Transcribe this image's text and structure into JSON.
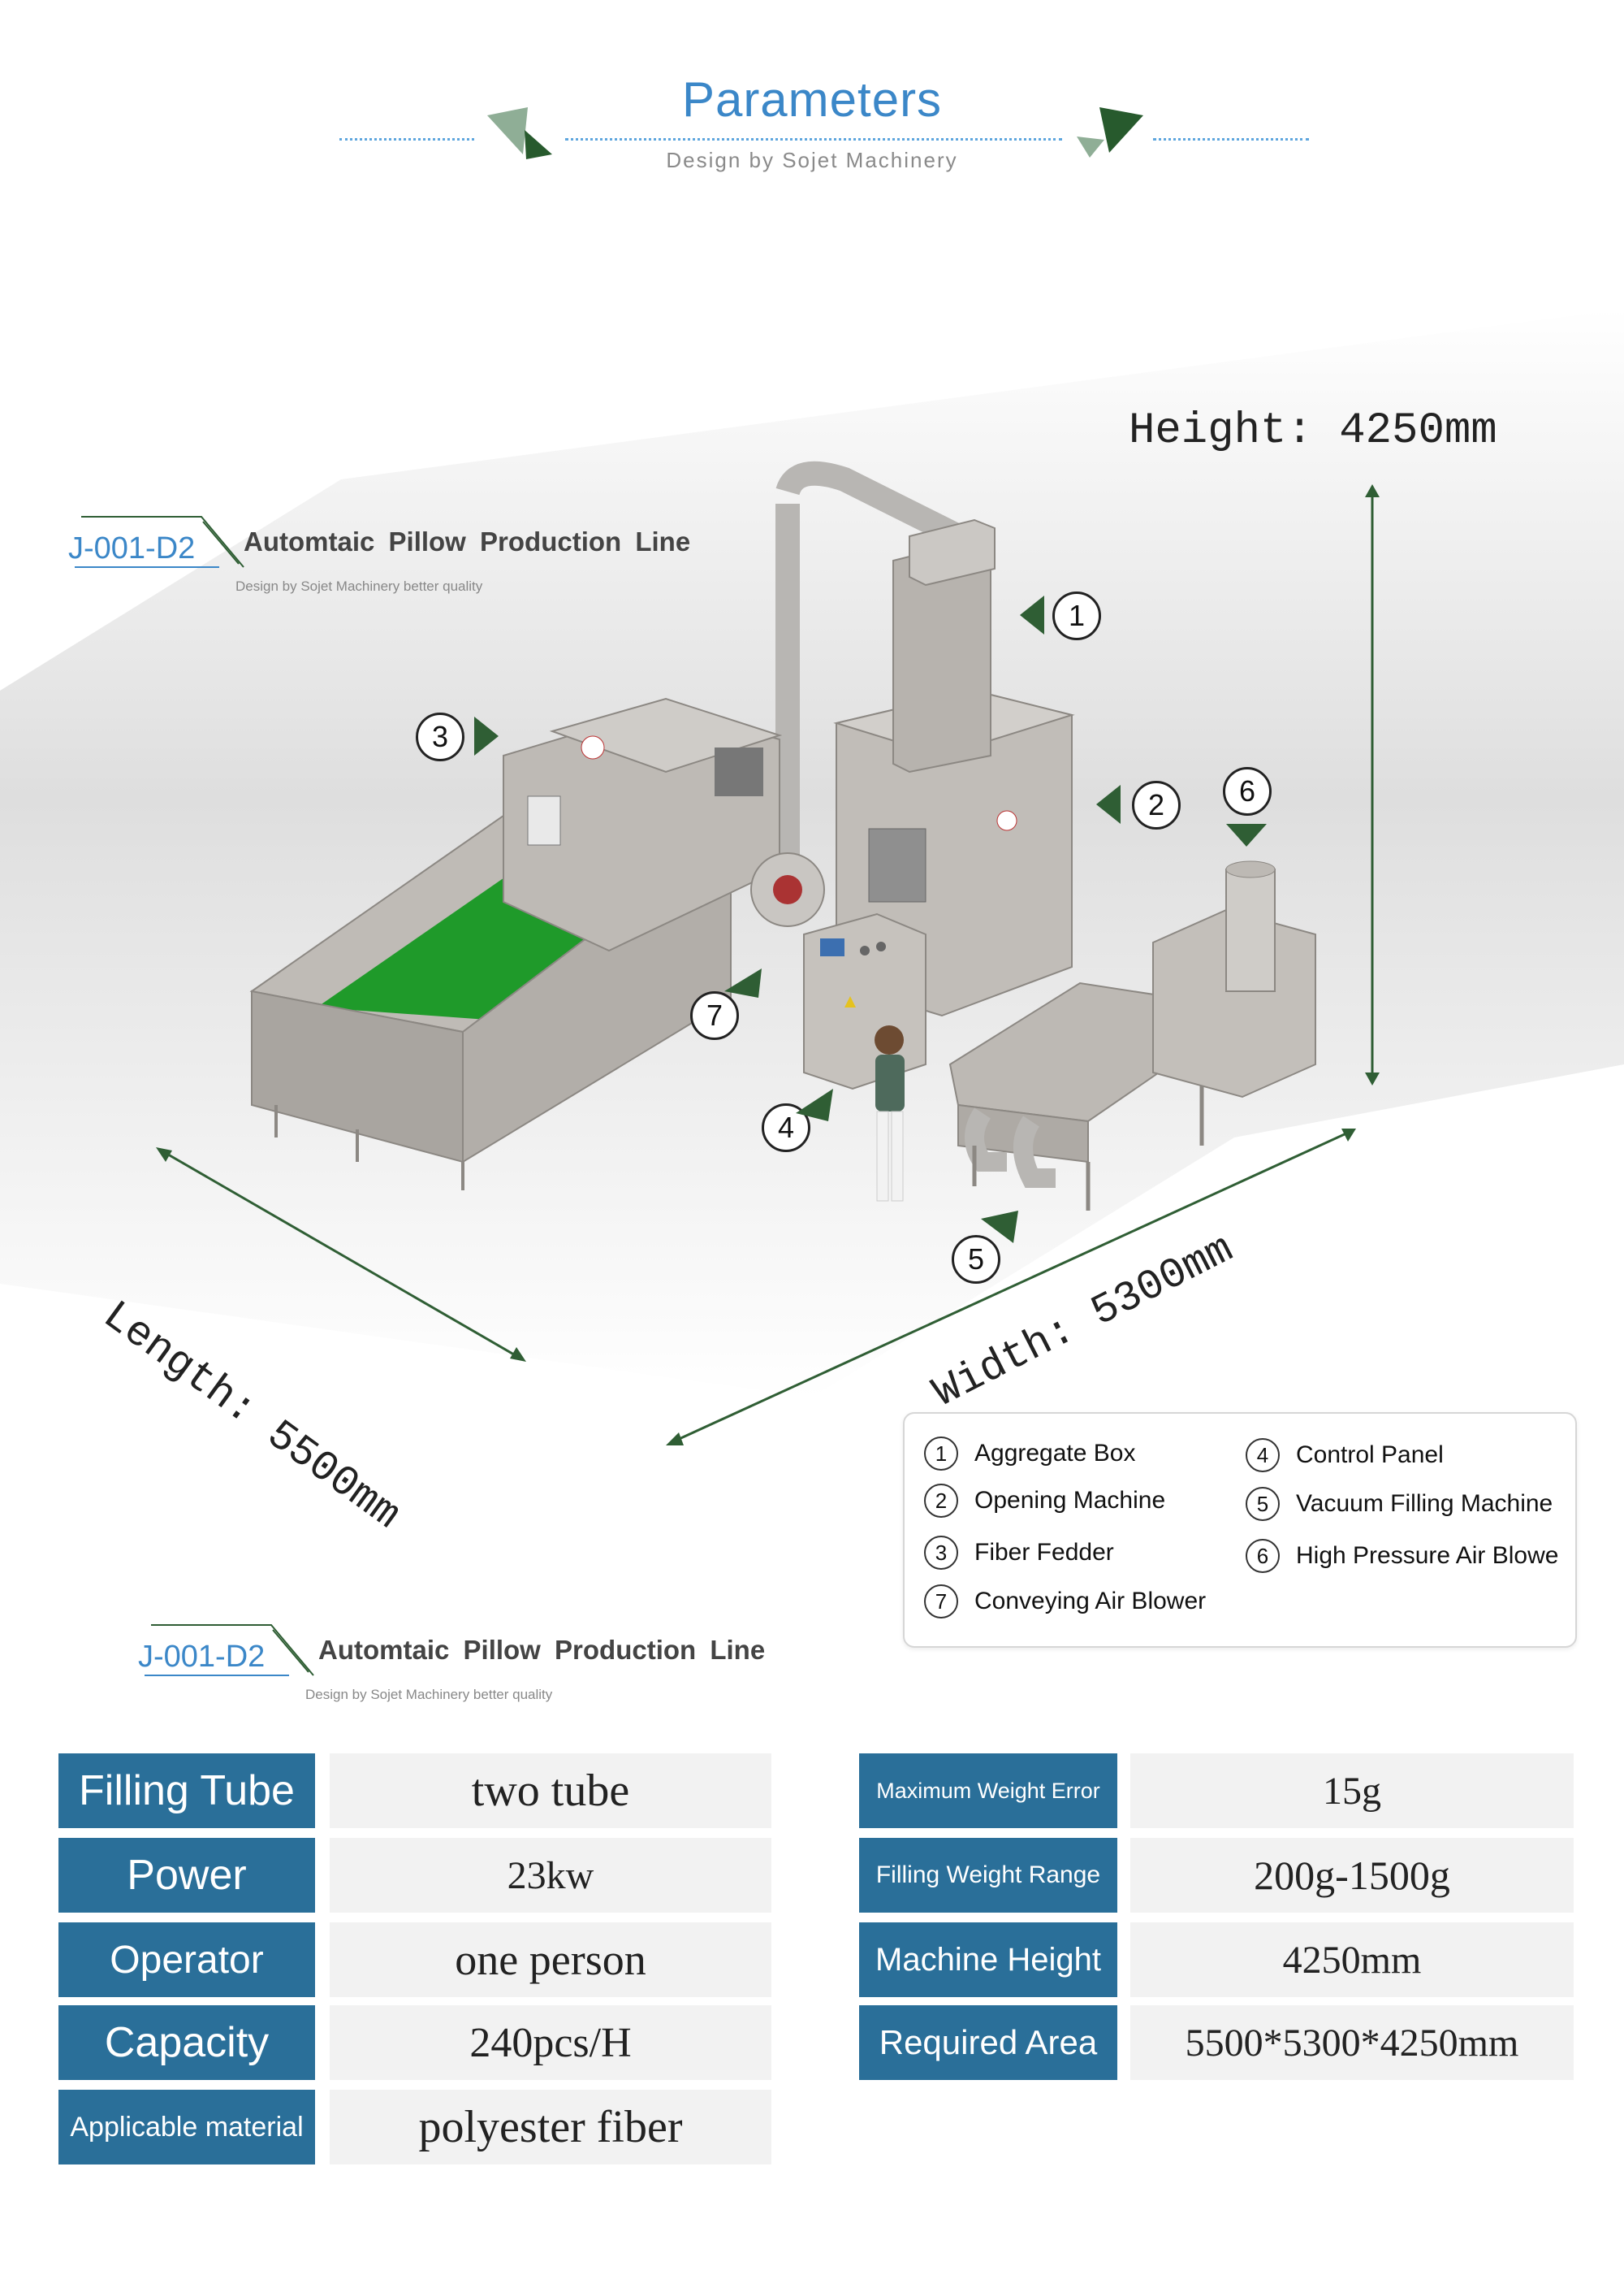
{
  "header": {
    "title": "Parameters",
    "subtitle": "Design by Sojet Machinery"
  },
  "product_label": {
    "code": "J-001-D2",
    "name": "Automtaic  Pillow  Production  Line",
    "tagline": "Design by Sojet Machinery better quality"
  },
  "dimensions": {
    "height": "Height: 4250mm",
    "length": "Length: 5500mm",
    "width": "Width: 5300mm"
  },
  "callouts": [
    "1",
    "2",
    "3",
    "4",
    "5",
    "6",
    "7"
  ],
  "legend": [
    {
      "num": "1",
      "label": "Aggregate Box"
    },
    {
      "num": "2",
      "label": "Opening Machine"
    },
    {
      "num": "3",
      "label": "Fiber Fedder"
    },
    {
      "num": "7",
      "label": "Conveying Air Blower"
    },
    {
      "num": "4",
      "label": "Control Panel"
    },
    {
      "num": "5",
      "label": "Vacuum Filling Machine"
    },
    {
      "num": "6",
      "label": "High Pressure Air Blowe"
    }
  ],
  "specs_left": [
    {
      "label": "Filling Tube",
      "value": "two  tube"
    },
    {
      "label": "Power",
      "value": "23kw"
    },
    {
      "label": "Operator",
      "value": "one  person"
    },
    {
      "label": "Capacity",
      "value": "240pcs/H"
    },
    {
      "label": "Applicable material",
      "value": "polyester  fiber"
    }
  ],
  "specs_right": [
    {
      "label": "Maximum Weight Error",
      "value": "15g"
    },
    {
      "label": "Filling Weight Range",
      "value": "200g-1500g"
    },
    {
      "label": "Machine Height",
      "value": "4250mm"
    },
    {
      "label": "Required Area",
      "value": "5500*5300*4250mm"
    }
  ],
  "colors": {
    "accent_blue": "#3b87c8",
    "table_blue": "#2a6f99",
    "arrow_green": "#2f5e34",
    "belt_green": "#1f9a2a"
  }
}
